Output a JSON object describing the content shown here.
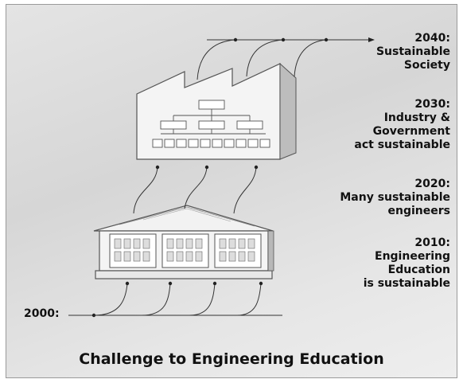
{
  "milestones": [
    {
      "year": "2040:",
      "lines": [
        "Sustainable",
        "Society"
      ]
    },
    {
      "year": "2030:",
      "lines": [
        "Industry &",
        "Government",
        "act sustainable"
      ]
    },
    {
      "year": "2020:",
      "lines": [
        "Many sustainable",
        "engineers"
      ]
    },
    {
      "year": "2010:",
      "lines": [
        "Engineering",
        "Education",
        "is sustainable"
      ]
    }
  ],
  "start_year": "2000:",
  "caption": "Challenge to Engineering Education"
}
